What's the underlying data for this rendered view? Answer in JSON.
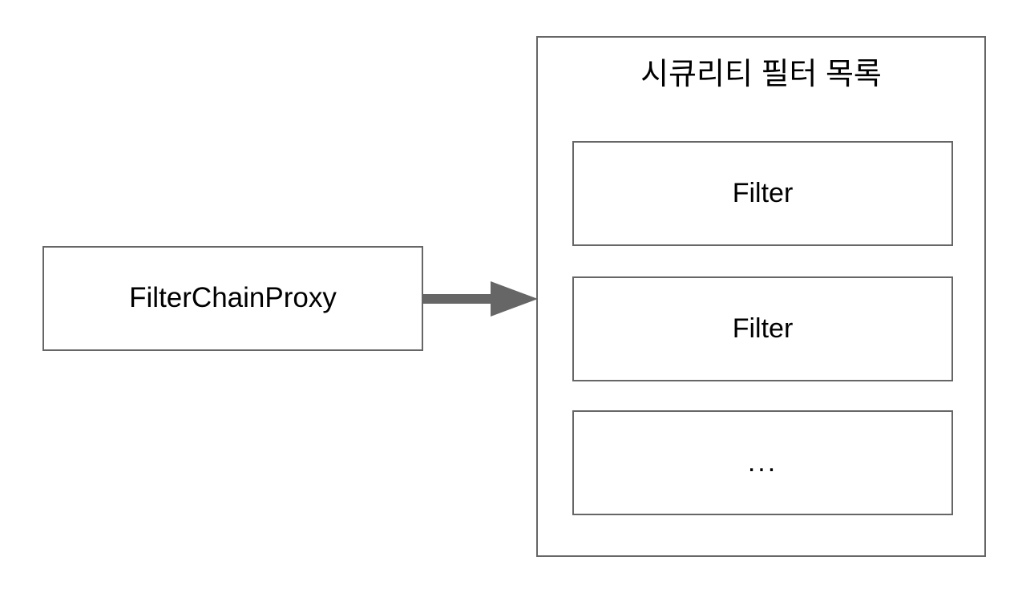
{
  "diagram": {
    "title_text": "시큐리티 필터 목록",
    "source_node": {
      "label": "FilterChainProxy"
    },
    "container": {
      "heading": "시큐리티 필터 목록",
      "items": [
        {
          "label": "Filter"
        },
        {
          "label": "Filter"
        },
        {
          "label": "..."
        }
      ]
    },
    "connector": {
      "name": "arrow-right",
      "from": "FilterChainProxy",
      "to": "시큐리티 필터 목록"
    },
    "colors": {
      "stroke": "#666666",
      "text": "#000000",
      "background": "#ffffff"
    }
  }
}
